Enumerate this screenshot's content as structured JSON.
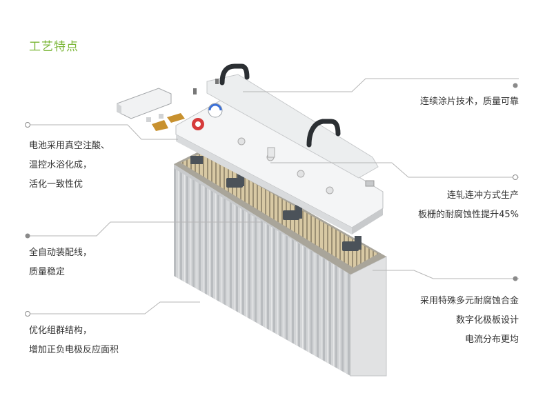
{
  "title": "工艺特点",
  "colors": {
    "title": "#7ab636",
    "text": "#333333",
    "line": "#b5b5b5",
    "battery": "#c9cbcd"
  },
  "callouts": {
    "top_right": [
      "连续涂片技术，质量可靠"
    ],
    "left_1": [
      "电池采用真空注酸、",
      "温控水浴化成，",
      "活化一致性优"
    ],
    "right_2": [
      "连轧连冲方式生产",
      "板栅的耐腐蚀性提升45%"
    ],
    "left_2": [
      "全自动装配线，",
      "质量稳定"
    ],
    "right_3": [
      "采用特殊多元耐腐蚀合金",
      "数字化极板设计",
      "电流分布更均"
    ],
    "left_3": [
      "优化组群结构，",
      "增加正负电极反应面积"
    ]
  }
}
